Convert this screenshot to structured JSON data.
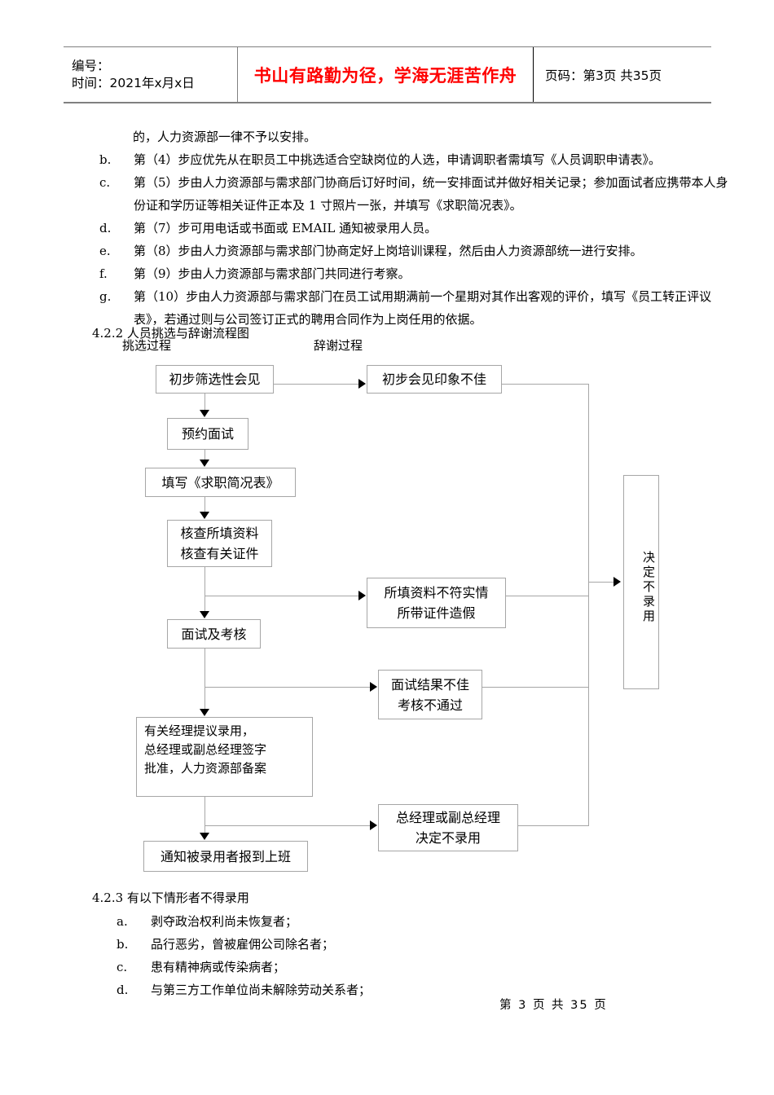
{
  "header": {
    "code_label": "编号：",
    "time_label": "时间：2021年x月x日",
    "slogan": "书山有路勤为径，学海无涯苦作舟",
    "page_info": "页码：第3页 共35页"
  },
  "body": {
    "continuation_line": "的，人力资源部一律不予以安排。",
    "items": [
      {
        "marker": "b.",
        "line1": "第（4）步应优先从在职员工中挑选适合空缺岗位的人选，申请调职者需填写《人员调职申请表》。",
        "line2": ""
      },
      {
        "marker": "c.",
        "line1": "第（5）步由人力资源部与需求部门协商后订好时间，统一安排面试并做好相关记录；参加面试者应携带本人身",
        "line2": "份证和学历证等相关证件正本及 1 寸照片一张，并填写《求职简况表》。"
      },
      {
        "marker": "d.",
        "line1": "第（7）步可用电话或书面或 EMAIL 通知被录用人员。",
        "line2": ""
      },
      {
        "marker": "e.",
        "line1": "第（8）步由人力资源部与需求部门协商定好上岗培训课程，然后由人力资源部统一进行安排。",
        "line2": ""
      },
      {
        "marker": "f.",
        "line1": "第（9）步由人力资源部与需求部门共同进行考察。",
        "line2": ""
      },
      {
        "marker": "g.",
        "line1": "第（10）步由人力资源部与需求部门在员工试用期满前一个星期对其作出客观的评价，填写《员工转正评议",
        "line2": "表》，若通过则与公司签订正式的聘用合同作为上岗任用的依据。"
      }
    ]
  },
  "section_422": {
    "heading": "4.2.2 人员挑选与辞谢流程图",
    "lane_left": "挑选过程",
    "lane_right": "辞谢过程"
  },
  "flowchart": {
    "type": "flowchart",
    "main_path": [
      {
        "id": "n1",
        "label": "初步筛选性会见"
      },
      {
        "id": "n2",
        "label": "预约面试"
      },
      {
        "id": "n3",
        "label": "填写《求职简况表》"
      },
      {
        "id": "n4",
        "line1": "核查所填资料",
        "line2": "核查有关证件"
      },
      {
        "id": "n5",
        "label": "面试及考核"
      },
      {
        "id": "n6",
        "line1": "有关经理提议录用，",
        "line2": "总经理或副总经理签字",
        "line3": "批准，人力资源部备案"
      },
      {
        "id": "n7",
        "label": "通知被录用者报到上班"
      }
    ],
    "reject_path": [
      {
        "id": "r1",
        "label": "初步会见印象不佳"
      },
      {
        "id": "r2",
        "line1": "所填资料不符实情",
        "line2": "所带证件造假"
      },
      {
        "id": "r3",
        "line1": "面试结果不佳",
        "line2": "考核不通过"
      },
      {
        "id": "r4",
        "line1": "总经理或副总经理",
        "line2": "决定不录用"
      }
    ],
    "terminal": {
      "id": "t1",
      "label": "决定不录用"
    }
  },
  "section_423": {
    "heading": "4.2.3 有以下情形者不得录用",
    "items": [
      {
        "marker": "a.",
        "text": "剥夺政治权利尚未恢复者；"
      },
      {
        "marker": "b.",
        "text": "品行恶劣，曾被雇佣公司除名者；"
      },
      {
        "marker": "c.",
        "text": "患有精神病或传染病者；"
      },
      {
        "marker": "d.",
        "text": "与第三方工作单位尚未解除劳动关系者；"
      }
    ]
  },
  "footer": {
    "page_text": "第 3 页 共 35 页"
  },
  "colors": {
    "slogan_red": "#ff0000",
    "box_border": "#a6a6a6",
    "rule": "#808080"
  }
}
